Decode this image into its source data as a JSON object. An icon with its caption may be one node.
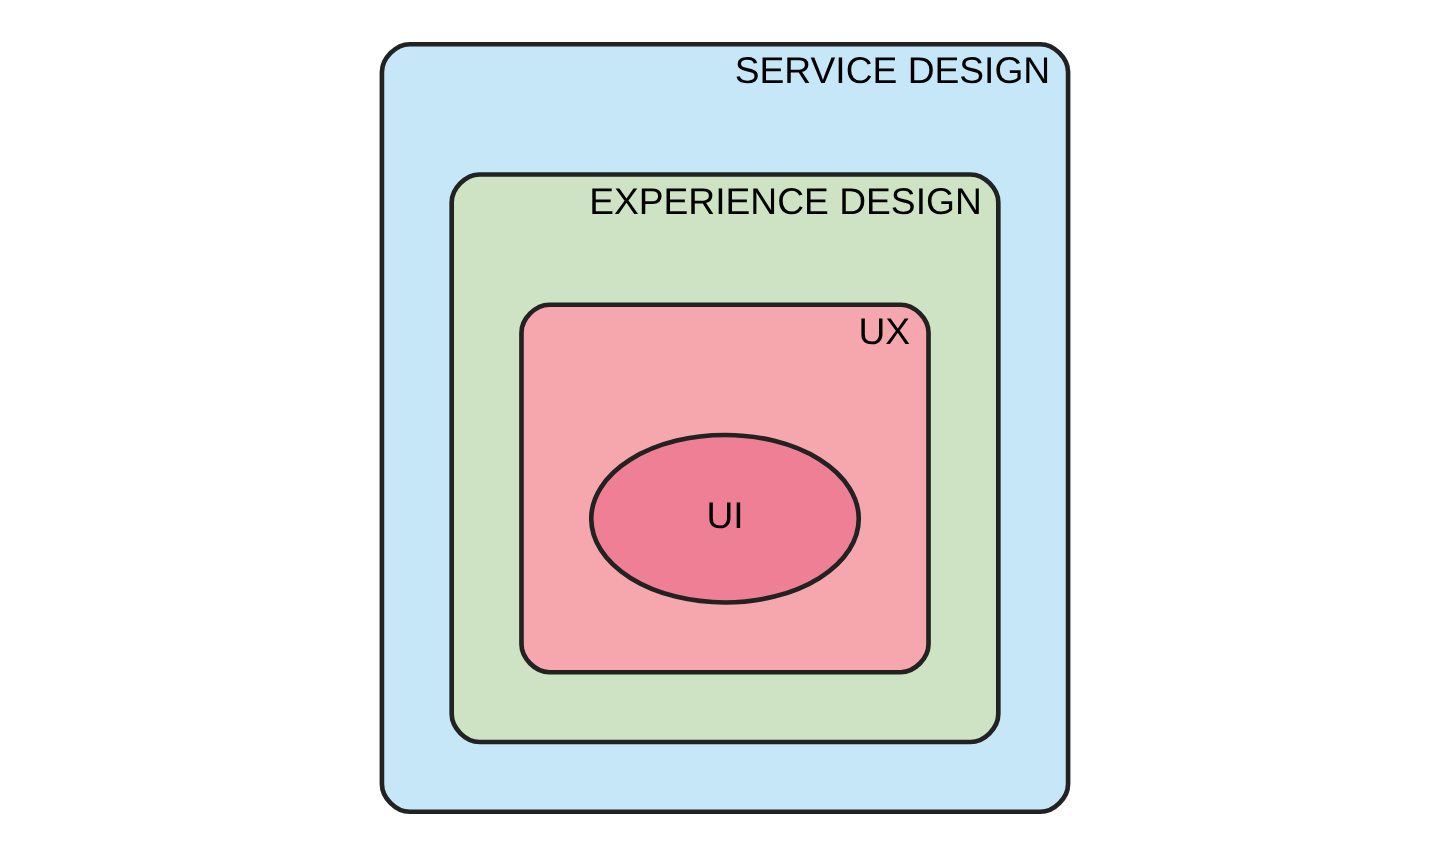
{
  "diagram": {
    "nodes": [
      {
        "text": [
          "SERVICE DESIGN"
        ]
      },
      {
        "text": [
          "EXPERIENCE DESIGN"
        ],
        "in": 0
      },
      {
        "text": [
          "UX"
        ],
        "in": 1
      },
      {
        "text": [
          "UI"
        ],
        "in": 2
      }
    ]
  }
}
